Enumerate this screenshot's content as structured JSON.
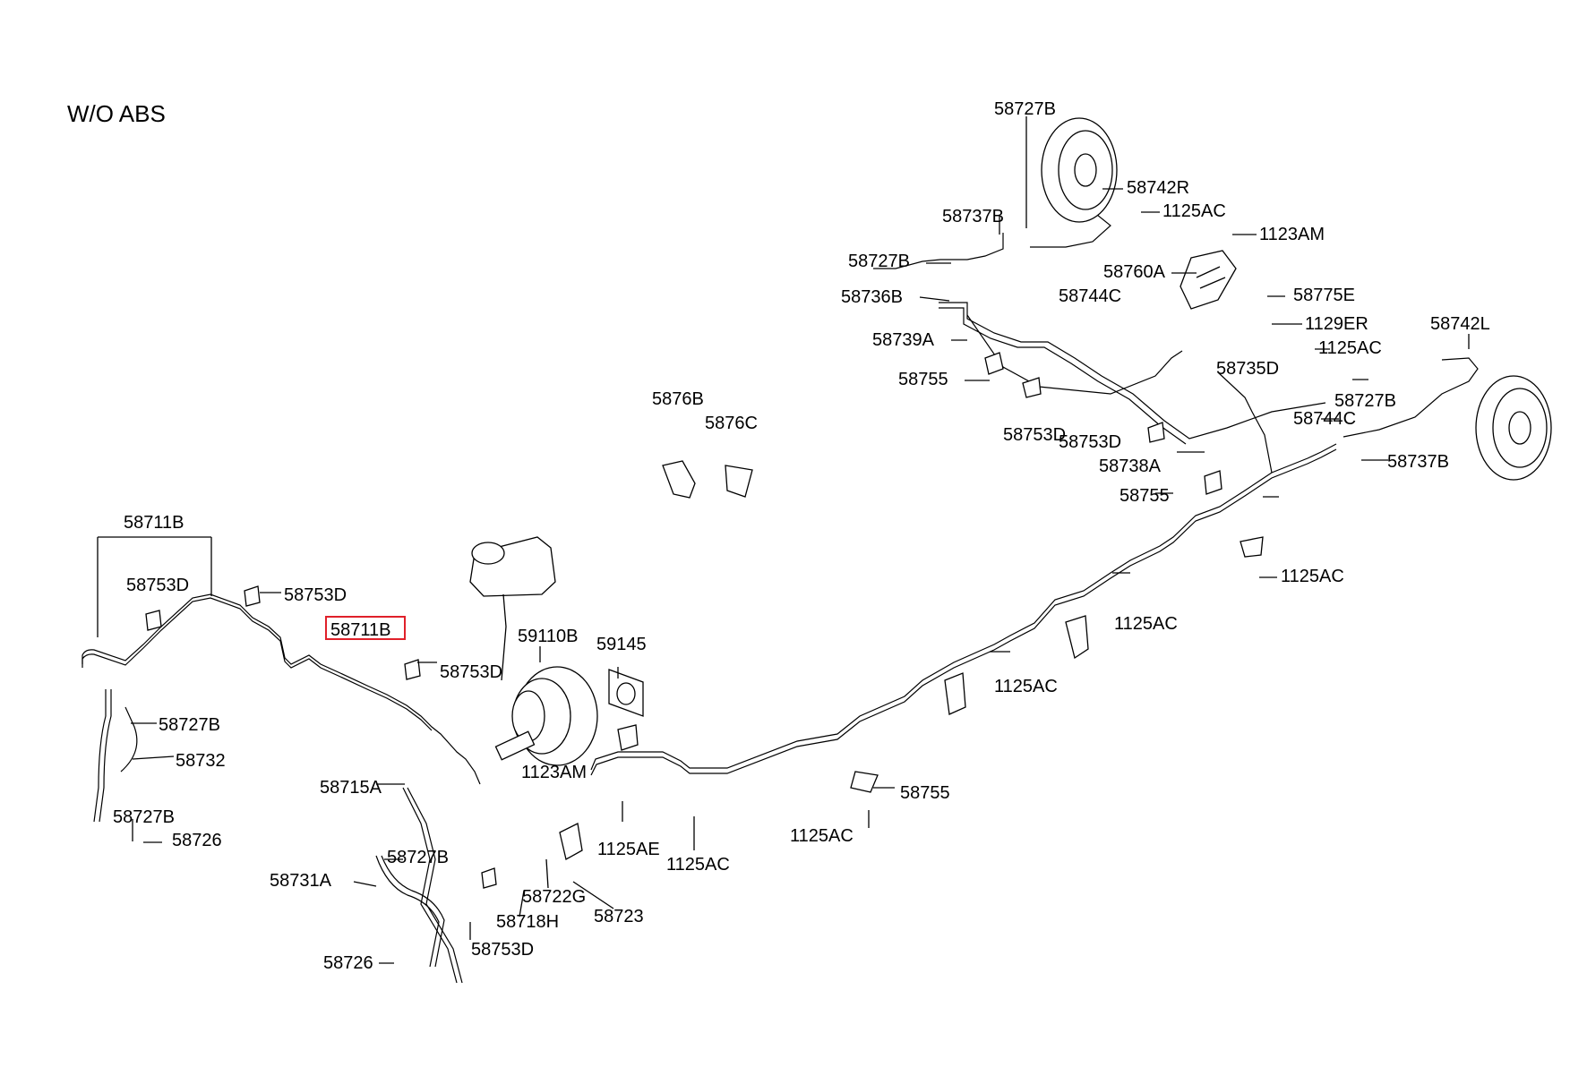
{
  "title": "W/O ABS",
  "highlighted_part": "58711B",
  "labels": {
    "l01": "58727B",
    "l02": "58742R",
    "l03": "1125AC",
    "l04": "58737B",
    "l05": "1123AM",
    "l06": "58727B",
    "l07": "58760A",
    "l08": "58736B",
    "l09": "58744C",
    "l10": "58775E",
    "l11": "58739A",
    "l12": "1129ER",
    "l13": "58742L",
    "l14": "1125AC",
    "l15": "58755",
    "l16": "58735D",
    "l17": "5876B",
    "l18": "5876C",
    "l19": "58727B",
    "l20": "58744C",
    "l21": "58753D",
    "l22": "58753D",
    "l23": "58738A",
    "l24": "58737B",
    "l25": "58755",
    "l26": "58711B",
    "l27": "1125AC",
    "l28": "58753D",
    "l29": "58753D",
    "l30": "1125AC",
    "l31": "58711B",
    "l32": "59110B",
    "l33": "59145",
    "l34": "58753D",
    "l35": "1125AC",
    "l36": "58727B",
    "l37": "58732",
    "l38": "1123AM",
    "l39": "58715A",
    "l40": "58755",
    "l41": "58727B",
    "l42": "58726",
    "l43": "1125AE",
    "l44": "1125AC",
    "l45": "1125AC",
    "l46": "58727B",
    "l47": "58731A",
    "l48": "58722G",
    "l49": "58723",
    "l50": "58718H",
    "l51": "58753D",
    "l52": "58726"
  }
}
